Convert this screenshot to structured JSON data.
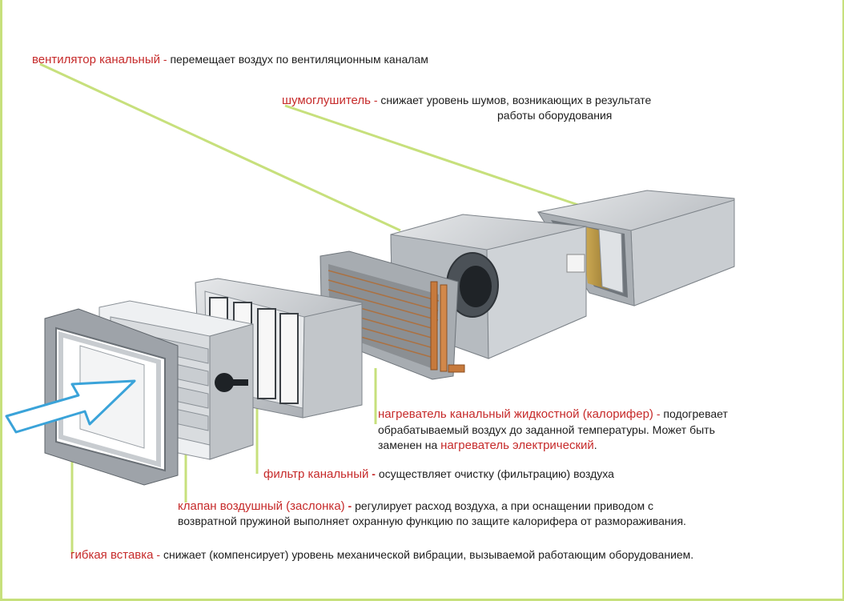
{
  "labels": {
    "fan": {
      "term": "вентилятор канальный",
      "sep": " - ",
      "desc": "перемещает воздух по вентиляционным каналам"
    },
    "silencer": {
      "term": "шумоглушитель",
      "sep": " - ",
      "desc1": "снижает уровень шумов, возникающих в результате",
      "desc2": "работы оборудования"
    },
    "heater": {
      "term": "нагреватель канальный жидкостной (калорифер)",
      "sep": " - ",
      "desc1": "подогревает",
      "desc2": "обрабатываемый воздух до заданной температуры. Может быть",
      "desc3_prefix": "заменен на ",
      "desc3_term": "нагреватель электрический",
      "desc3_suffix": "."
    },
    "filter": {
      "term": "фильтр канальный",
      "sep": " - ",
      "desc": "осуществляет очистку (фильтрацию) воздуха"
    },
    "damper": {
      "term": "клапан воздушный (заслонка)",
      "sep": " - ",
      "desc1": "регулирует расход воздуха, а при оснащении приводом с",
      "desc2": "возвратной пружиной выполняет охранную функцию по защите калорифера от размораживания."
    },
    "flex": {
      "term": "гибкая вставка",
      "sep": " - ",
      "desc": "снижает (компенсирует) уровень механической  вибрации, вызываемой  работающим оборудованием."
    }
  },
  "colors": {
    "term": "#c62a2a",
    "leader": "#c7e07c",
    "frame": "#c7e07c",
    "metal": "#b9bdc2",
    "copper": "#c77a3c",
    "arrow_fill": "#ffffff",
    "arrow_stroke": "#3aa3d9"
  }
}
